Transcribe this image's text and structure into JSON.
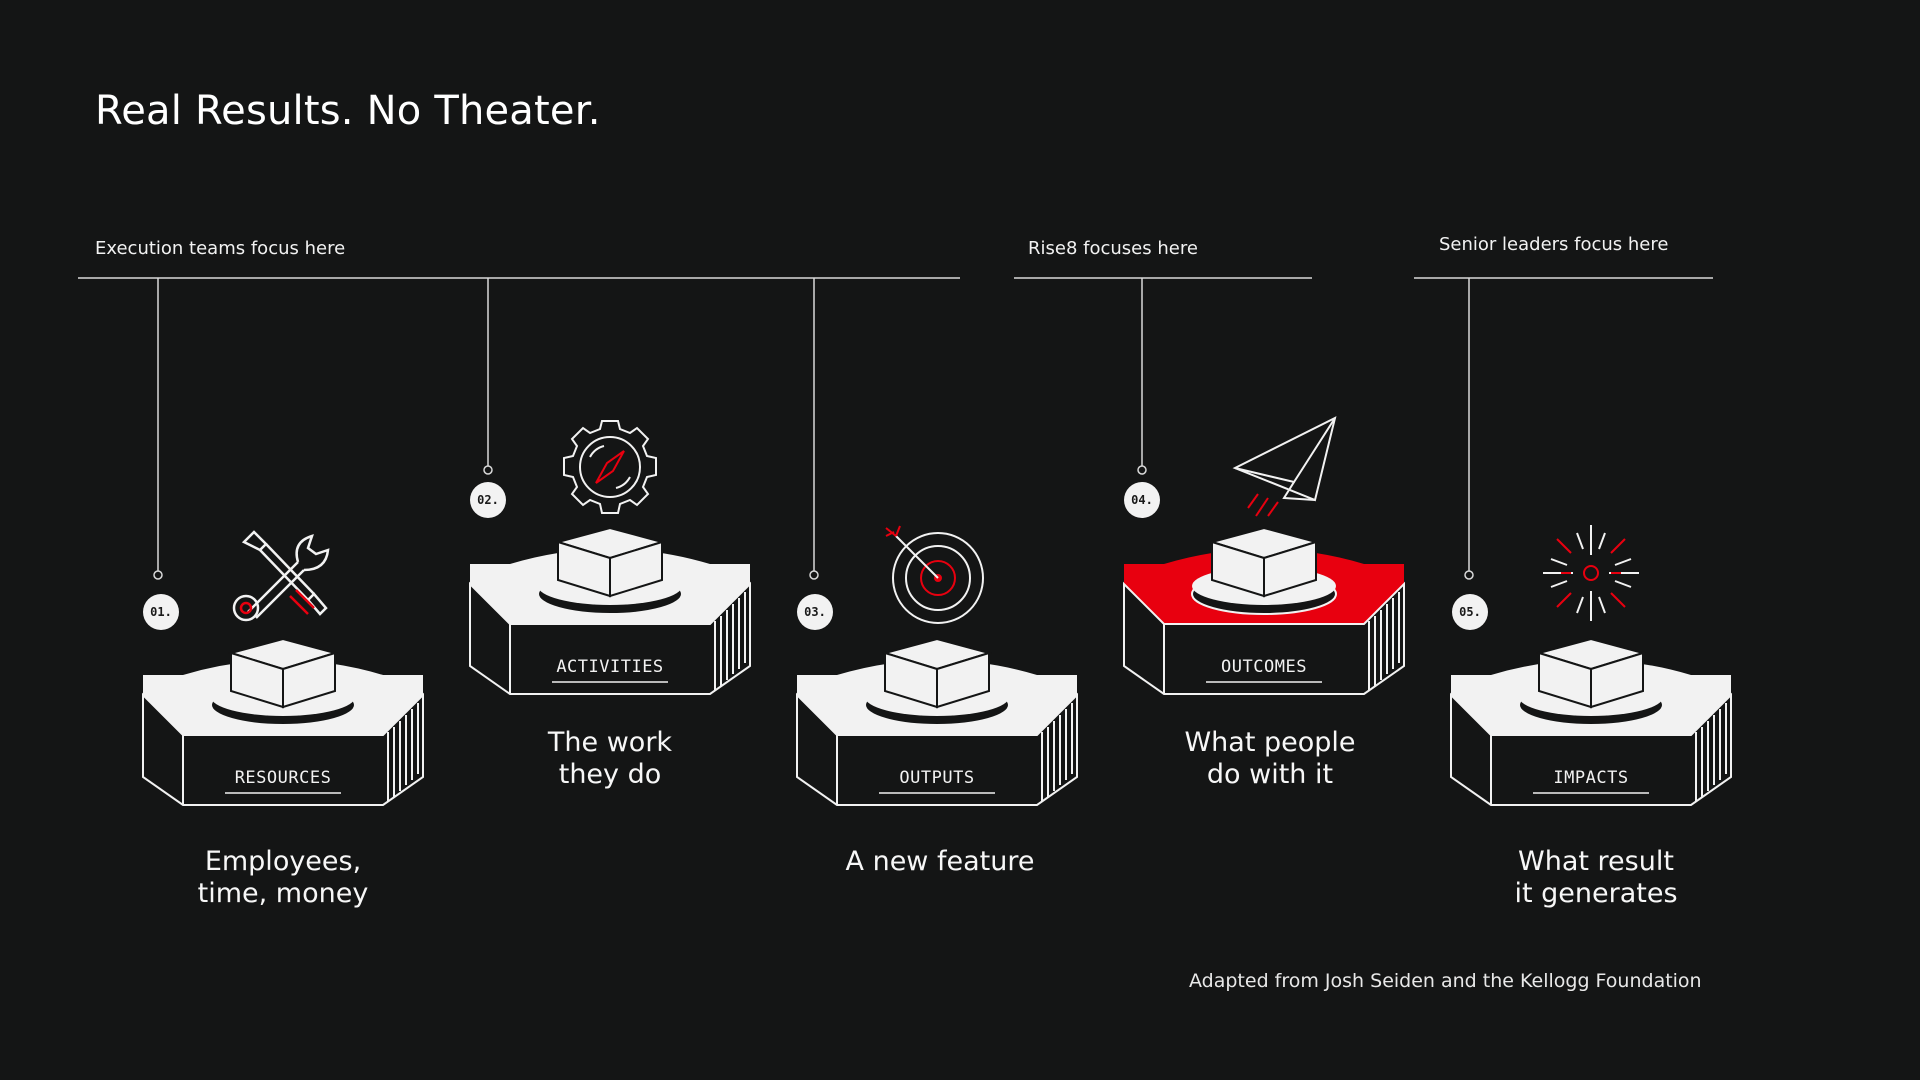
{
  "title": "Real Results. No Theater.",
  "groups": {
    "execution": "Execution teams focus here",
    "rise8": "Rise8 focuses here",
    "senior": "Senior leaders focus here"
  },
  "steps": [
    {
      "number": "01.",
      "label": "RESOURCES",
      "caption_line1": "Employees,",
      "caption_line2": "time, money",
      "icon": "wrench-screwdriver-icon"
    },
    {
      "number": "02.",
      "label": "ACTIVITIES",
      "caption_line1": "The work",
      "caption_line2": "they do",
      "icon": "gear-compass-icon"
    },
    {
      "number": "03.",
      "label": "OUTPUTS",
      "caption_line1": "A new feature",
      "caption_line2": "",
      "icon": "target-icon"
    },
    {
      "number": "04.",
      "label": "OUTCOMES",
      "caption_line1": "What people",
      "caption_line2": "do with it",
      "icon": "paper-plane-icon"
    },
    {
      "number": "05.",
      "label": "IMPACTS",
      "caption_line1": "What result",
      "caption_line2": "it generates",
      "icon": "burst-icon"
    }
  ],
  "footer": "Adapted from Josh Seiden and the Kellogg Foundation",
  "colors": {
    "background": "#141515",
    "accent": "#e8000f",
    "plate": "#f2f2f2",
    "line": "#d9d9d9"
  }
}
